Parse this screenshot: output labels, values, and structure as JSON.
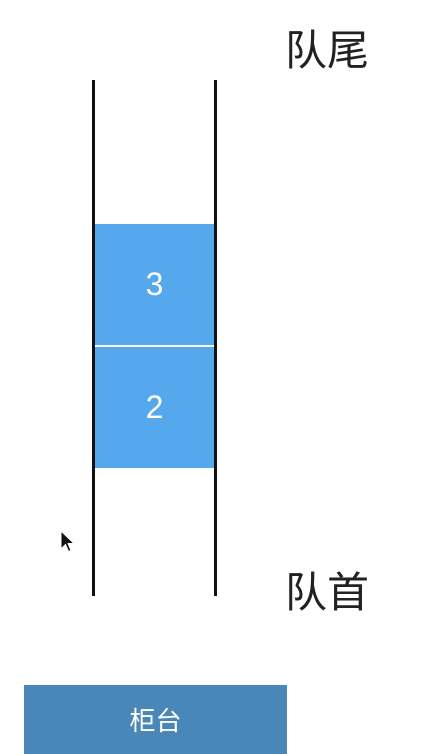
{
  "labels": {
    "tail": "队尾",
    "head": "队首"
  },
  "queue": {
    "items": [
      "3",
      "2"
    ]
  },
  "counter": {
    "label": "柜台"
  },
  "colors": {
    "item_fill": "#55a8ec",
    "counter_fill": "#4a87b9",
    "wall": "#111111"
  },
  "icons": {
    "cursor": "mouse-pointer-icon"
  }
}
